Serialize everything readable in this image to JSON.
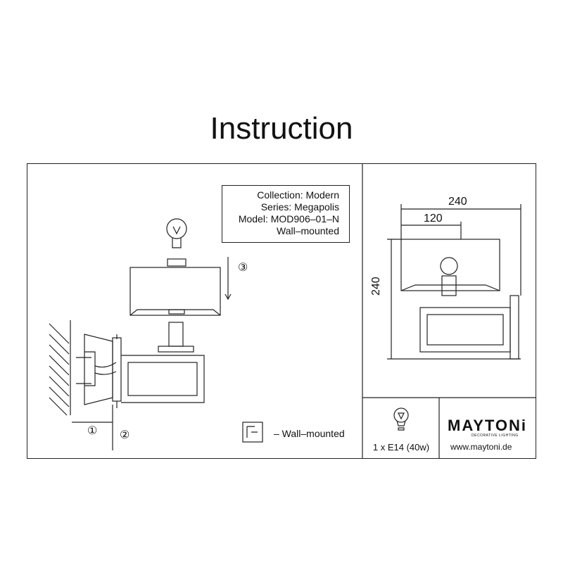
{
  "title": "Instruction",
  "info": {
    "collection": "Collection: Modern",
    "series": "Series: Megapolis",
    "model": "Model: MOD906–01–N",
    "mount": "Wall–mounted"
  },
  "steps": [
    "①",
    "②",
    "③"
  ],
  "legend": "– Wall–mounted",
  "dimensions": {
    "width_total": "240",
    "width_half": "120",
    "height": "240"
  },
  "bulb": "1 x E14 (40w)",
  "brand": {
    "name": "MAYTONi",
    "tagline": "DECORATIVE LIGHTING",
    "url": "www.maytoni.de"
  }
}
